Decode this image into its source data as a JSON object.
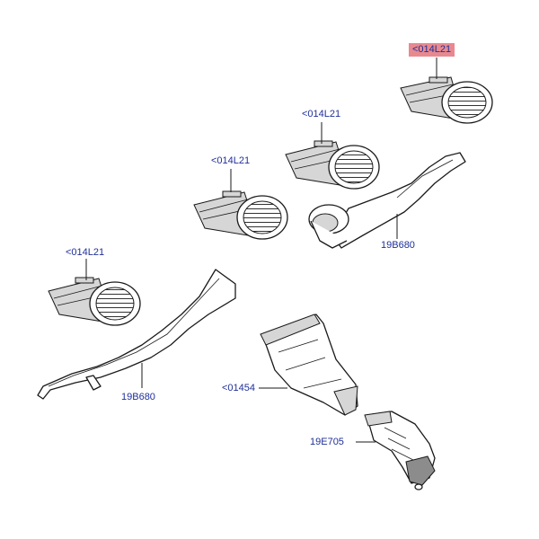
{
  "callouts": [
    {
      "id": "vent-top-right",
      "text": "<014L21",
      "highlighted": true
    },
    {
      "id": "vent-upper-middle",
      "text": "<014L21",
      "highlighted": false
    },
    {
      "id": "vent-middle-left",
      "text": "<014L21",
      "highlighted": false
    },
    {
      "id": "vent-left",
      "text": "<014L21",
      "highlighted": false
    },
    {
      "id": "duct-right",
      "text": "19B680",
      "highlighted": false
    },
    {
      "id": "duct-left",
      "text": "19B680",
      "highlighted": false
    },
    {
      "id": "duct-center",
      "text": "<01454",
      "highlighted": false
    },
    {
      "id": "duct-lower",
      "text": "19E705",
      "highlighted": false
    }
  ],
  "colors": {
    "label": "#1f2f9a",
    "highlight": "#e8898f",
    "line": "#1a1a1a"
  }
}
